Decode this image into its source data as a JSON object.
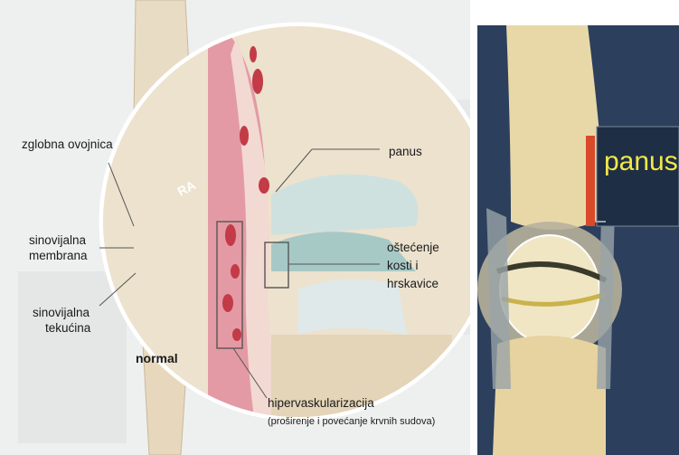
{
  "labels": {
    "joint_capsule": "zglobna ovojnica",
    "synovial_membrane_1": "sinovijalna",
    "synovial_membrane_2": "membrana",
    "synovial_fluid_1": "sinovijalna",
    "synovial_fluid_2": "tekućina",
    "normal": "normal",
    "ra_arrow": "RA",
    "pannus": "panus",
    "damage_1": "oštećenje",
    "damage_2": "kosti i",
    "damage_3": "hrskavice",
    "hypervasc": "hipervaskularizacija",
    "hypervasc_note": "(proširenje i povećanje krvnih sudova)",
    "pannus_right": "panus"
  },
  "colors": {
    "bone": "#eddcc0",
    "synovium": "#d98a95",
    "pannus": "#d14b58",
    "right_bg": "#2c3f5c",
    "callout": "#f2e84a"
  }
}
